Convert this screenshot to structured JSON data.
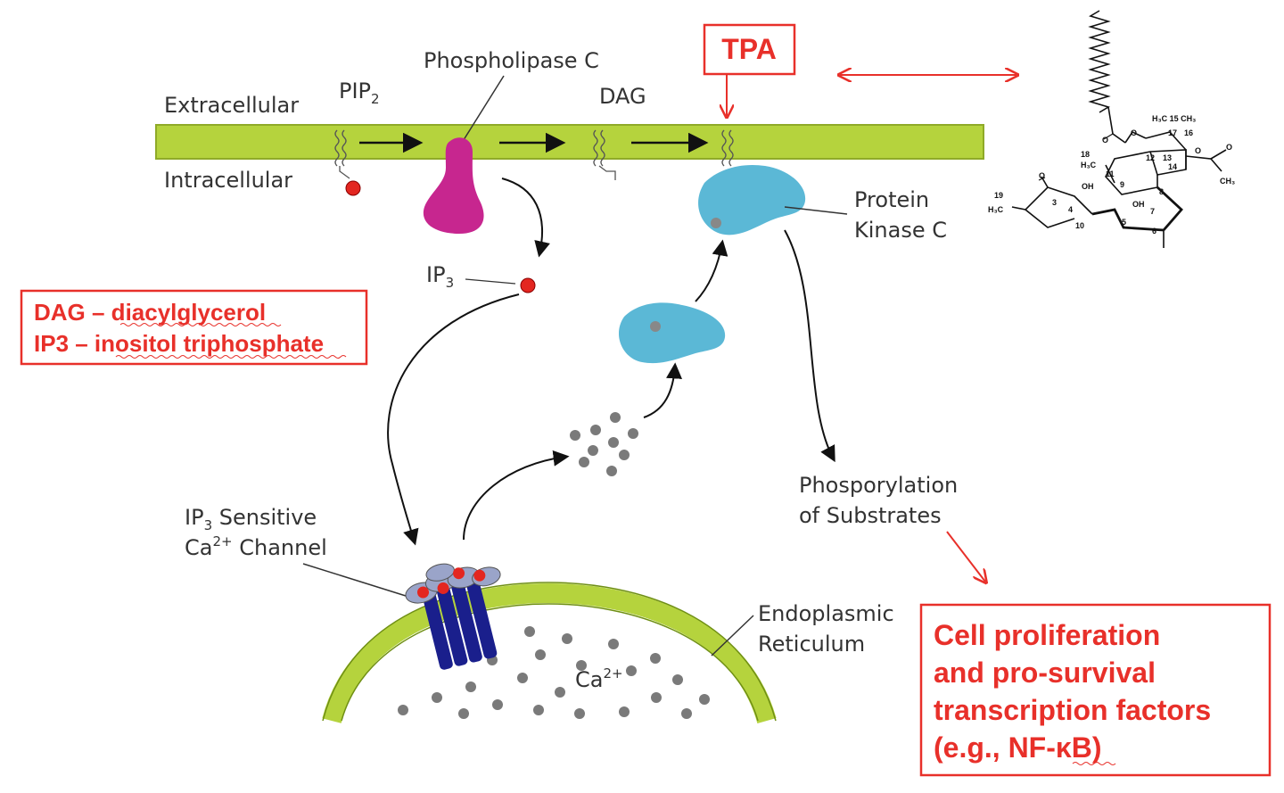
{
  "labels": {
    "extracellular": "Extracellular",
    "intracellular": "Intracellular",
    "pip2_main": "PIP",
    "pip2_sub": "2",
    "phospholipase_c": "Phospholipase C",
    "dag": "DAG",
    "tpa": "TPA",
    "ip3_main": "IP",
    "ip3_sub": "3",
    "protein_kinase_line1": "Protein",
    "protein_kinase_line2": "Kinase C",
    "phosphorylation_line1": "Phosporylation",
    "phosphorylation_line2": "of Substrates",
    "channel_line1_pre": "IP",
    "channel_line1_sub": "3",
    "channel_line1_post": " Sensitive",
    "channel_line2_pre": "Ca",
    "channel_line2_sup": "2+",
    "channel_line2_post": " Channel",
    "er_line1": "Endoplasmic",
    "er_line2": "Reticulum",
    "ca_main": "Ca",
    "ca_sup": "2+"
  },
  "legend": {
    "dag_line": "DAG – diacylglycerol",
    "ip3_line": "IP3 – inositol triphosphate"
  },
  "outcome": {
    "line1": "Cell proliferation",
    "line2": "and pro-survival",
    "line3": "transcription factors",
    "line4": "(e.g., NF-κB)"
  },
  "colors": {
    "membrane": "#b5d33d",
    "membrane_edge": "#8faa28",
    "phospholipase": "#c7268f",
    "pkc": "#5bb8d6",
    "channel": "#1a1f8c",
    "channel_cap": "#9aa4c9",
    "red_dot": "#e32620",
    "accent_red": "#e8302a",
    "ca_dot": "#7a7a7a"
  }
}
